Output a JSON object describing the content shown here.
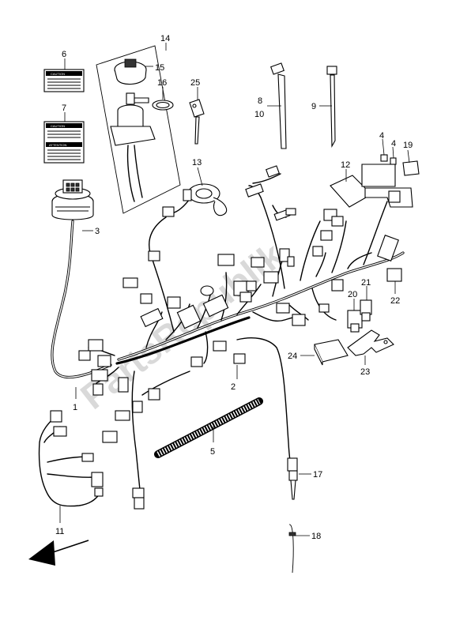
{
  "watermark": "PartsRepublik",
  "warning_labels": {
    "caution": "CAUTION",
    "attention": "ATTENTION"
  },
  "part_numbers": {
    "p1": "1",
    "p2": "2",
    "p3": "3",
    "p4a": "4",
    "p4b": "4",
    "p5": "5",
    "p6": "6",
    "p7": "7",
    "p8_10_a": "8",
    "p8_10_b": "10",
    "p9": "9",
    "p11": "11",
    "p12": "12",
    "p13": "13",
    "p14": "14",
    "p15": "15",
    "p16": "16",
    "p17": "17",
    "p18": "18",
    "p19": "19",
    "p20": "20",
    "p21": "21",
    "p22": "22",
    "p23": "23",
    "p24": "24",
    "p25": "25"
  },
  "colors": {
    "line": "#000000",
    "watermark": "#d9d9d9",
    "background": "#ffffff"
  },
  "icons": {
    "direction": "front-direction-arrow-icon"
  }
}
